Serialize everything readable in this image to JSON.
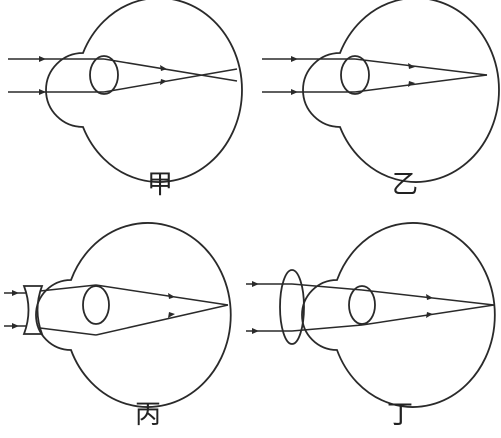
{
  "panels": [
    {
      "label": "甲"
    },
    {
      "label": "乙"
    },
    {
      "label": "丙"
    },
    {
      "label": "丁"
    }
  ],
  "colors": {
    "line": "#2a2a2a",
    "background": "#ffffff"
  }
}
